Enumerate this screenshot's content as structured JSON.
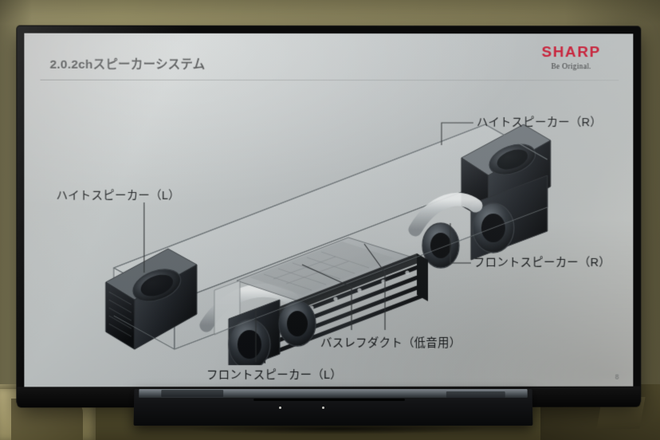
{
  "scene": {
    "description": "photo of a television displaying a presentation slide, soundbar below",
    "wall_color": "#8e8760",
    "tv_bezel_color": "#0a0a0a"
  },
  "slide": {
    "title": "2.0.2chスピーカーシステム",
    "page_number": "8",
    "background_color": "#b8bdbe",
    "text_color": "#15181a",
    "logo": {
      "brand": "SHARP",
      "tagline": "Be Original.",
      "brand_color": "#c3112b"
    },
    "callouts": [
      {
        "id": "height-speaker-right",
        "label": "ハイトスピーカー（R）"
      },
      {
        "id": "height-speaker-left",
        "label": "ハイトスピーカー（L）"
      },
      {
        "id": "front-speaker-right",
        "label": "フロントスピーカー（R）"
      },
      {
        "id": "bass-reflex-duct",
        "label": "バスレフダクト（低音用）"
      },
      {
        "id": "front-speaker-left",
        "label": "フロントスピーカー（L）"
      }
    ],
    "product_image": {
      "name": "soundbar-xray-cutaway",
      "alt": "2.0.2ch soundbar internal cutaway render"
    }
  },
  "hardware": {
    "soundbar_name": "soundbar-device",
    "indicator_leds": 2
  }
}
